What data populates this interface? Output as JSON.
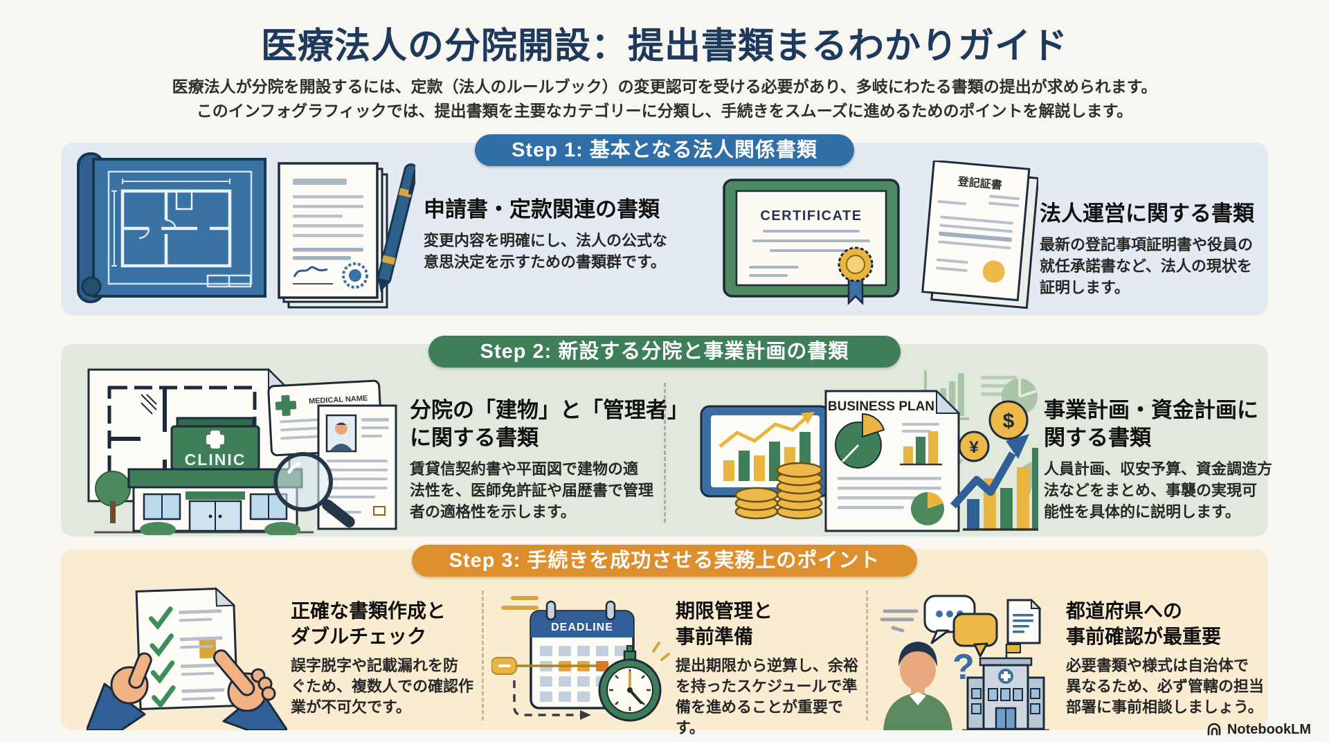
{
  "page": {
    "title": "医療法人の分院開設：提出書類まるわかりガイド",
    "subtitle_line1": "医療法人が分院を開設するには、定款（法人のルールブック）の変更認可を受ける必要があり、多岐にわたる書類の提出が求められます。",
    "subtitle_line2": "このインフォグラフィックでは、提出書類を主要なカテゴリーに分類し、手続きをスムーズに進めるためのポイントを解説します。"
  },
  "colors": {
    "title": "#1d3a5c",
    "step1_accent": "#2f6ea6",
    "step1_bg": "#e4eaf1",
    "step2_accent": "#3e7e58",
    "step2_bg": "#e1e9dd",
    "step3_accent": "#dd8f2e",
    "step3_bg": "#f9ecd1"
  },
  "step1": {
    "badge": "Step 1: 基本となる法人関係書類",
    "left": {
      "heading": "申請書・定款関連の書類",
      "body": [
        "変更内容を明確にし、法人の公式な",
        "意思決定を示すための書類群です。"
      ]
    },
    "right": {
      "heading": "法人運営に関する書類",
      "body": [
        "最新の登記事項証明書や役員の",
        "就任承諾書など、法人の現状を",
        "証明します。"
      ]
    },
    "icons": {
      "certificate_label": "CERTIFICATE",
      "document_label": "登記証書"
    }
  },
  "step2": {
    "badge": "Step 2: 新設する分院と事業計画の書類",
    "left": {
      "heading": [
        "分院の「建物」と「管理者」",
        "に関する書類"
      ],
      "body": [
        "賃貸信契約書や平面図で建物の適",
        "法性を、医師免許証や届歴書で管理",
        "者の適格性を示します。"
      ]
    },
    "right": {
      "heading": [
        "事業計画・資金計画に",
        "関する書類"
      ],
      "body": [
        "人員計画、収安予算、資金調造方",
        "法などをまとめ、事襲の実現可",
        "能性を具体的に説明します。"
      ]
    },
    "icons": {
      "clinic_label": "CLINIC",
      "card_label": "MEDICAL NAME",
      "business_plan_label": "BUSINESS PLAN",
      "yen_symbol": "¥",
      "dollar_symbol": "$"
    }
  },
  "step3": {
    "badge": "Step 3: 手続きを成功させる実務上のポイント",
    "col1": {
      "heading": [
        "正確な書類作成と",
        "ダブルチェック"
      ],
      "body": [
        "誤字脱字や記載漏れを防",
        "ぐため、複数人での確認作",
        "業が不可欠です。"
      ]
    },
    "col2": {
      "heading": [
        "期限管理と",
        "事前準備"
      ],
      "body": [
        "提出期限から逆算し、余裕",
        "を持ったスケジュールで準",
        "備を進めることが重要です。"
      ]
    },
    "col3": {
      "heading": [
        "都道府県への",
        "事前確認が最重要"
      ],
      "body": [
        "必要書類や様式は自治体で",
        "異なるため、必ず管轄の担当",
        "部署に事前相談しましょう。"
      ]
    },
    "icons": {
      "deadline_label": "DEADLINE",
      "question_mark": "?"
    }
  },
  "footer": {
    "brand": "NotebookLM"
  }
}
